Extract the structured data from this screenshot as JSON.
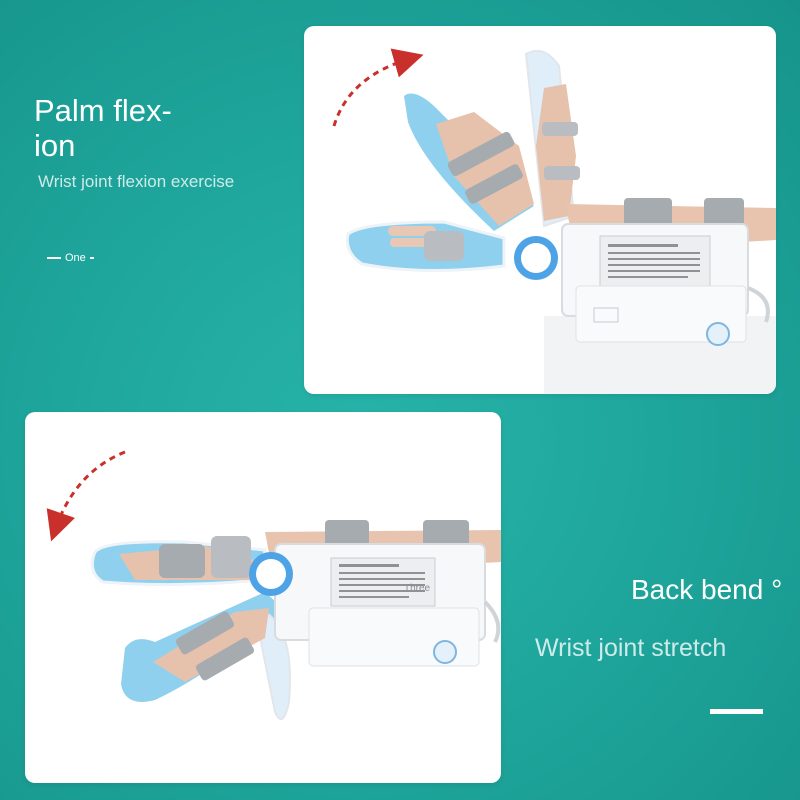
{
  "top_panel": {
    "title": "Palm flex-\nion",
    "subtitle": "Wrist joint flexion exercise",
    "tag": "One"
  },
  "bottom_panel": {
    "title": "Back bend °",
    "subtitle": "Wrist joint stretch",
    "label": "Three"
  },
  "colors": {
    "background": "#1fa79d",
    "card": "#ffffff",
    "arrow": "#c9302c",
    "splint_blue": "#8fd0ef",
    "strap_gray": "#9ea3a8"
  }
}
